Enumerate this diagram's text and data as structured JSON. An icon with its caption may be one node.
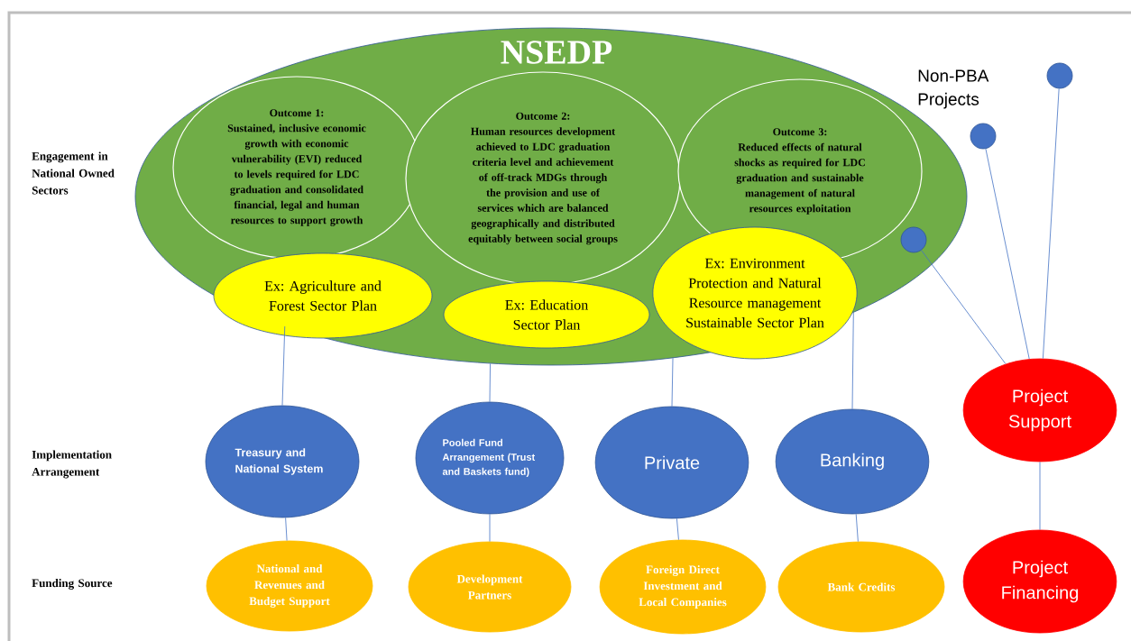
{
  "diagram": {
    "nodes": [
      {
        "text": [
          "NSEDP"
        ]
      },
      {
        "text": [
          "Outcome 1:",
          "Sustained, inclusive economic growth with economic vulnerability (EVI) reduced to levels required for LDC graduation and consolidated financial, legal and human resources to support growth"
        ],
        "in": 0
      },
      {
        "text": [
          "Outcome 2:",
          "Human resources development achieved to LDC graduation criteria level and achievement of off-track MDGs through the provision and use of services which are balanced geographically and distributed equitably between social groups"
        ],
        "in": 0
      },
      {
        "text": [
          "Outcome 3:",
          "Reduced effects of natural shocks as required for LDC graduation and sustainable management of natural resources exploitation"
        ],
        "in": 0
      },
      {
        "text": [
          "Ex: Agriculture and Forest Sector Plan"
        ],
        "in": 0
      },
      {
        "text": [
          "Ex: Education Sector Plan"
        ],
        "in": 0
      },
      {
        "text": [
          "Ex: Environment Protection and Natural Resource management Sustainable Sector Plan"
        ],
        "in": 0
      },
      {
        "text": [],
        "shape": "circle",
        "in": 0
      },
      {
        "text": [],
        "shape": "circle"
      },
      {
        "text": [],
        "shape": "circle"
      },
      {
        "text": [
          "Project Support"
        ]
      },
      {
        "text": [
          "Treasury and National System"
        ]
      },
      {
        "text": [
          "Pooled Fund Arrangement (Trust and Baskets fund)"
        ]
      },
      {
        "text": [
          "Private"
        ]
      },
      {
        "text": [
          "Banking"
        ]
      },
      {
        "text": [
          "National and Revenues and Budget Support"
        ]
      },
      {
        "text": [
          "Development Partners"
        ]
      },
      {
        "text": [
          "Foreign Direct Investment and Local Companies"
        ]
      },
      {
        "text": [
          "Bank Credits"
        ]
      },
      {
        "text": [
          "Project Financing"
        ]
      }
    ],
    "edges": [
      {
        "from": 0,
        "to": 11,
        "arrow": "none"
      },
      {
        "from": 0,
        "to": 12,
        "arrow": "none"
      },
      {
        "from": 0,
        "to": 13,
        "arrow": "none"
      },
      {
        "from": 0,
        "to": 14,
        "arrow": "none"
      },
      {
        "from": 11,
        "to": 15,
        "arrow": "none"
      },
      {
        "from": 12,
        "to": 16,
        "arrow": "none"
      },
      {
        "from": 13,
        "to": 17,
        "arrow": "none"
      },
      {
        "from": 14,
        "to": 18,
        "arrow": "none"
      },
      {
        "from": 7,
        "to": 10,
        "arrow": "none"
      },
      {
        "from": 8,
        "to": 10,
        "arrow": "none"
      },
      {
        "from": 9,
        "to": 10,
        "arrow": "none"
      },
      {
        "from": 10,
        "to": 19,
        "arrow": "none"
      }
    ],
    "labels": [
      "Engagement in National Owned Sectors",
      "Non-PBA Projects",
      "Implementation Arrangement",
      "Funding Source"
    ]
  }
}
